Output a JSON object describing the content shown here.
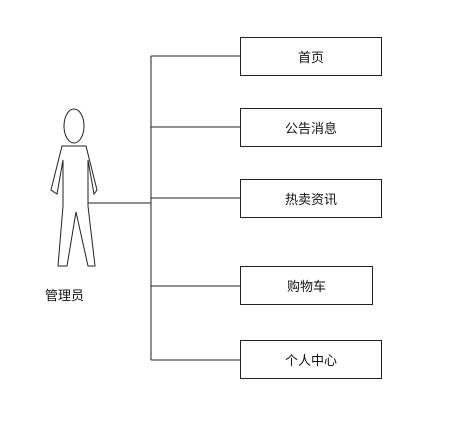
{
  "actor": {
    "label": "管理员"
  },
  "use_cases": [
    {
      "label": "首页"
    },
    {
      "label": "公告消息"
    },
    {
      "label": "热卖资讯"
    },
    {
      "label": "购物车"
    },
    {
      "label": "个人中心"
    }
  ],
  "colors": {
    "line": "#222222",
    "background": "#ffffff"
  }
}
